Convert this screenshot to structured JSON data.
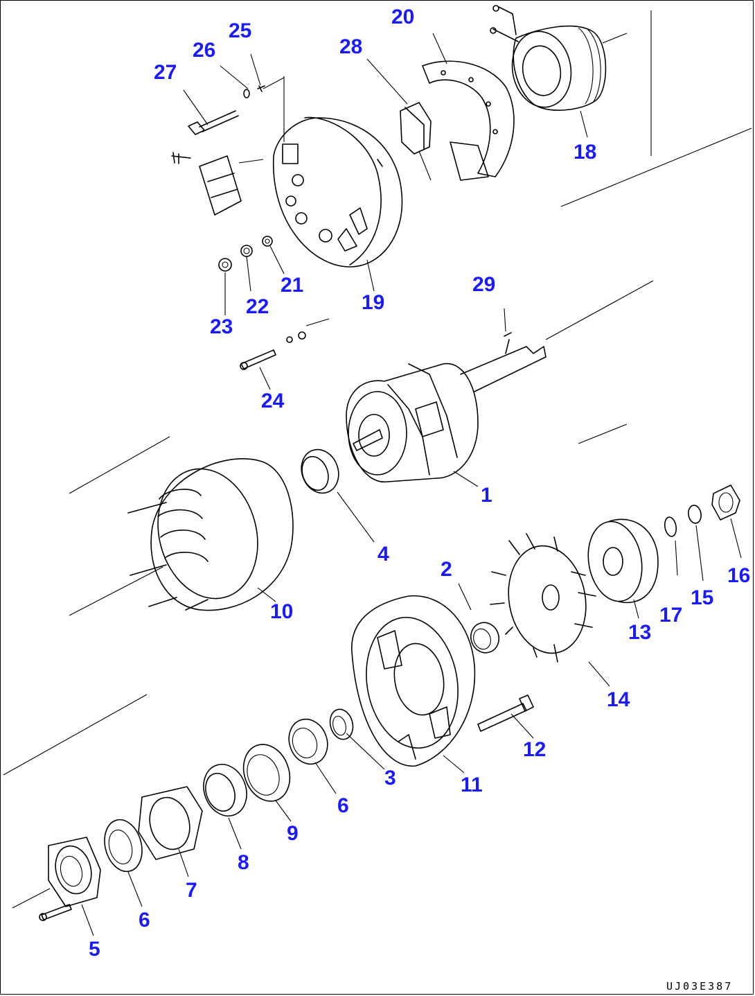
{
  "diagram": {
    "callout_color": "#1a1aff",
    "line_color": "#000000",
    "drawing_code": "UJ03E387",
    "callouts": [
      {
        "id": "c1",
        "label": "1"
      },
      {
        "id": "c2",
        "label": "2"
      },
      {
        "id": "c3",
        "label": "3"
      },
      {
        "id": "c4",
        "label": "4"
      },
      {
        "id": "c5",
        "label": "5"
      },
      {
        "id": "c6a",
        "label": "6"
      },
      {
        "id": "c6b",
        "label": "6"
      },
      {
        "id": "c7",
        "label": "7"
      },
      {
        "id": "c8",
        "label": "8"
      },
      {
        "id": "c9",
        "label": "9"
      },
      {
        "id": "c10",
        "label": "10"
      },
      {
        "id": "c11",
        "label": "11"
      },
      {
        "id": "c12",
        "label": "12"
      },
      {
        "id": "c13",
        "label": "13"
      },
      {
        "id": "c14",
        "label": "14"
      },
      {
        "id": "c15",
        "label": "15"
      },
      {
        "id": "c16",
        "label": "16"
      },
      {
        "id": "c17",
        "label": "17"
      },
      {
        "id": "c18",
        "label": "18"
      },
      {
        "id": "c19",
        "label": "19"
      },
      {
        "id": "c20",
        "label": "20"
      },
      {
        "id": "c21",
        "label": "21"
      },
      {
        "id": "c22",
        "label": "22"
      },
      {
        "id": "c23",
        "label": "23"
      },
      {
        "id": "c24",
        "label": "24"
      },
      {
        "id": "c25",
        "label": "25"
      },
      {
        "id": "c26",
        "label": "26"
      },
      {
        "id": "c27",
        "label": "27"
      },
      {
        "id": "c28",
        "label": "28"
      },
      {
        "id": "c29",
        "label": "29"
      }
    ]
  }
}
